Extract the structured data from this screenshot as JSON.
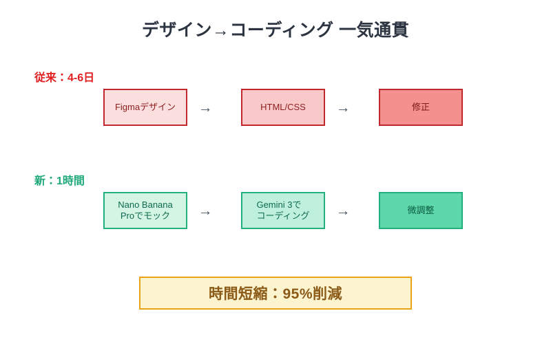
{
  "title": "デザイン→コーディング 一気通貫",
  "colors": {
    "background": "#ffffff",
    "title_text": "#2b3440",
    "old_accent": "#e02020",
    "new_accent": "#1fa97a",
    "red_border": "#c0282d",
    "red_fill_light": "#fbdede",
    "red_fill_mid": "#f9c9c9",
    "red_fill_strong": "#f4908d",
    "red_text": "#8b1e1e",
    "green_border": "#22b07d",
    "green_fill_light": "#d4f5e4",
    "green_fill_mid": "#bff0dd",
    "green_fill_strong": "#5ed8ab",
    "green_text": "#0e6b4f",
    "arrow": "#4a5568",
    "banner_fill": "#fcf3cf",
    "banner_border": "#e8a317",
    "banner_text": "#8a5a16"
  },
  "rows": [
    {
      "label": "従来：4-6日",
      "arrow": "→",
      "steps": [
        {
          "text": "Figmaデザイン"
        },
        {
          "text": "HTML/CSS"
        },
        {
          "text": "修正"
        }
      ]
    },
    {
      "label": "新：1時間",
      "arrow": "→",
      "steps": [
        {
          "text": "Nano Banana\nProでモック"
        },
        {
          "text": "Gemini 3で\nコーディング"
        },
        {
          "text": "微調整"
        }
      ]
    }
  ],
  "summary": {
    "text": "時間短縮：95%削減"
  }
}
